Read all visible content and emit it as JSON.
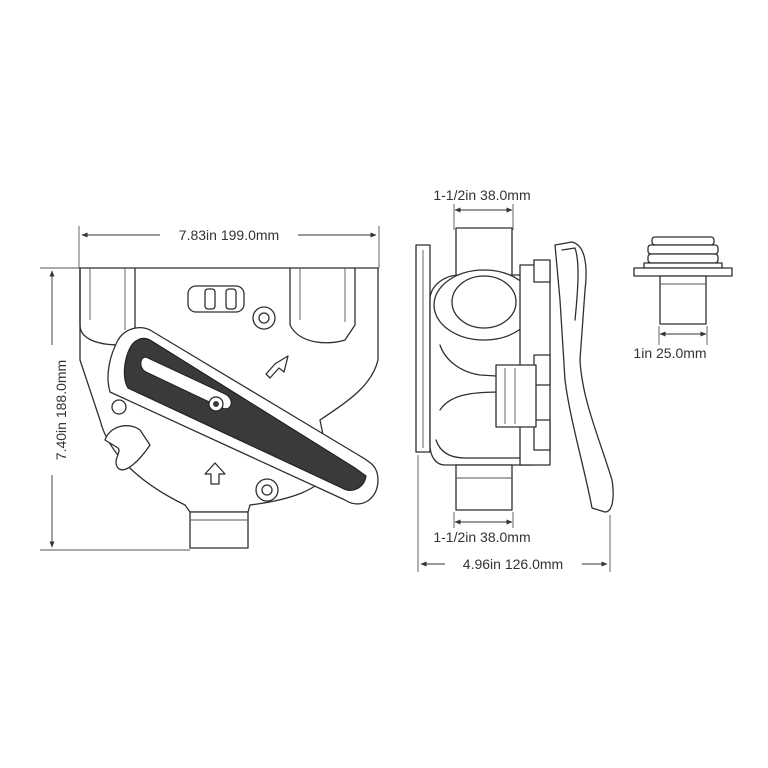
{
  "dimensions": {
    "front_width": "7.83in 199.0mm",
    "front_height": "7.40in 188.0mm",
    "side_top_pipe": "1-1/2in 38.0mm",
    "side_bottom_pipe": "1-1/2in 38.0mm",
    "side_depth": "4.96in 126.0mm",
    "fitting_pipe": "1in 25.0mm"
  },
  "colors": {
    "line": "#2f2f2f",
    "handle": "#3a3a3a",
    "background": "#ffffff"
  }
}
